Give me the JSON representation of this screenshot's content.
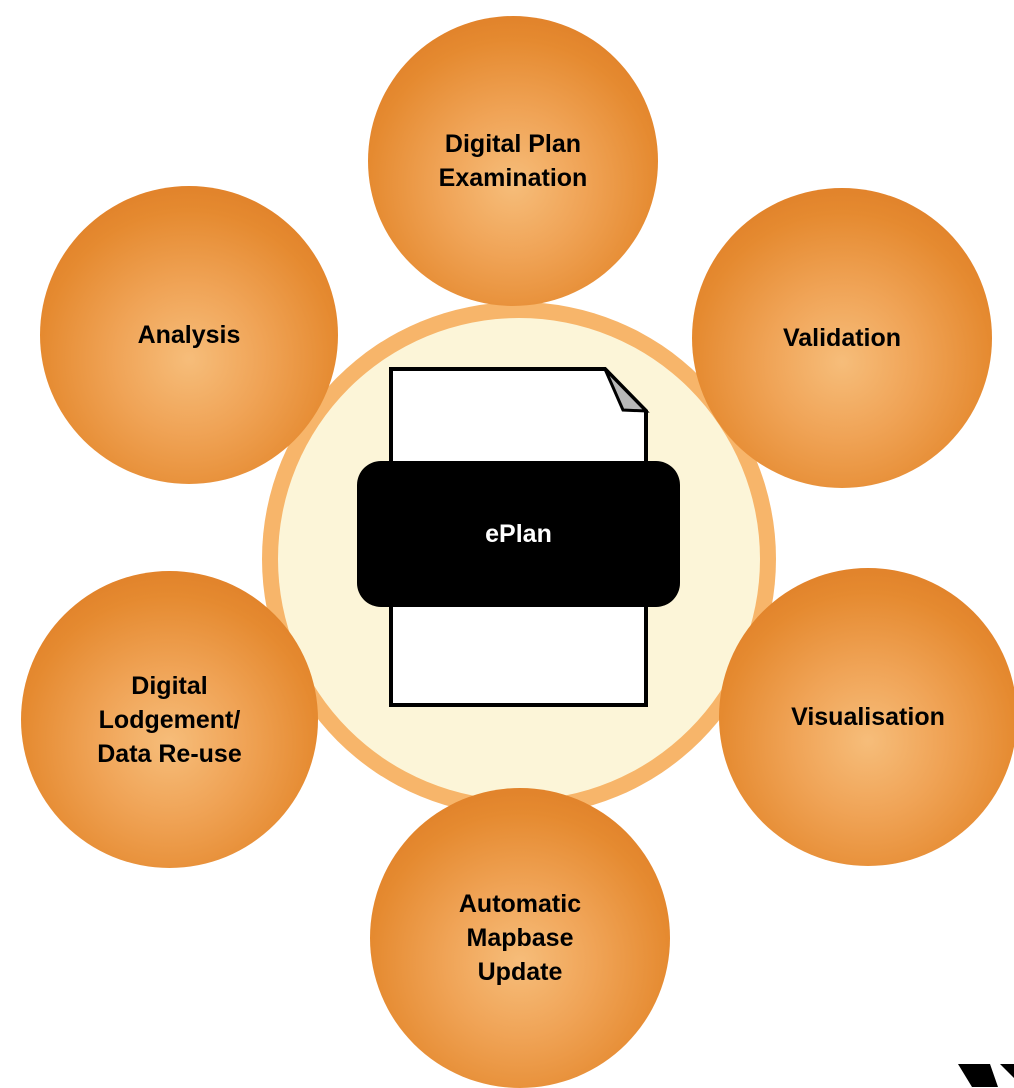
{
  "diagram": {
    "center": {
      "label": "ePlan",
      "icon": "document-icon"
    },
    "nodes": [
      {
        "id": "digital-plan-examination",
        "label": "Digital Plan\nExamination"
      },
      {
        "id": "validation",
        "label": "Validation"
      },
      {
        "id": "visualisation",
        "label": "Visualisation"
      },
      {
        "id": "automatic-mapbase-update",
        "label": "Automatic\nMapbase\nUpdate"
      },
      {
        "id": "digital-lodgement-data-reuse",
        "label": "Digital\nLodgement/\nData Re-use"
      },
      {
        "id": "analysis",
        "label": "Analysis"
      }
    ]
  },
  "colors": {
    "bubble_dark": "#d97320",
    "bubble_light": "#f6bd7a",
    "hub_ring": "#f7b56a",
    "hub_fill": "#fcf5d8",
    "band": "#000000"
  }
}
